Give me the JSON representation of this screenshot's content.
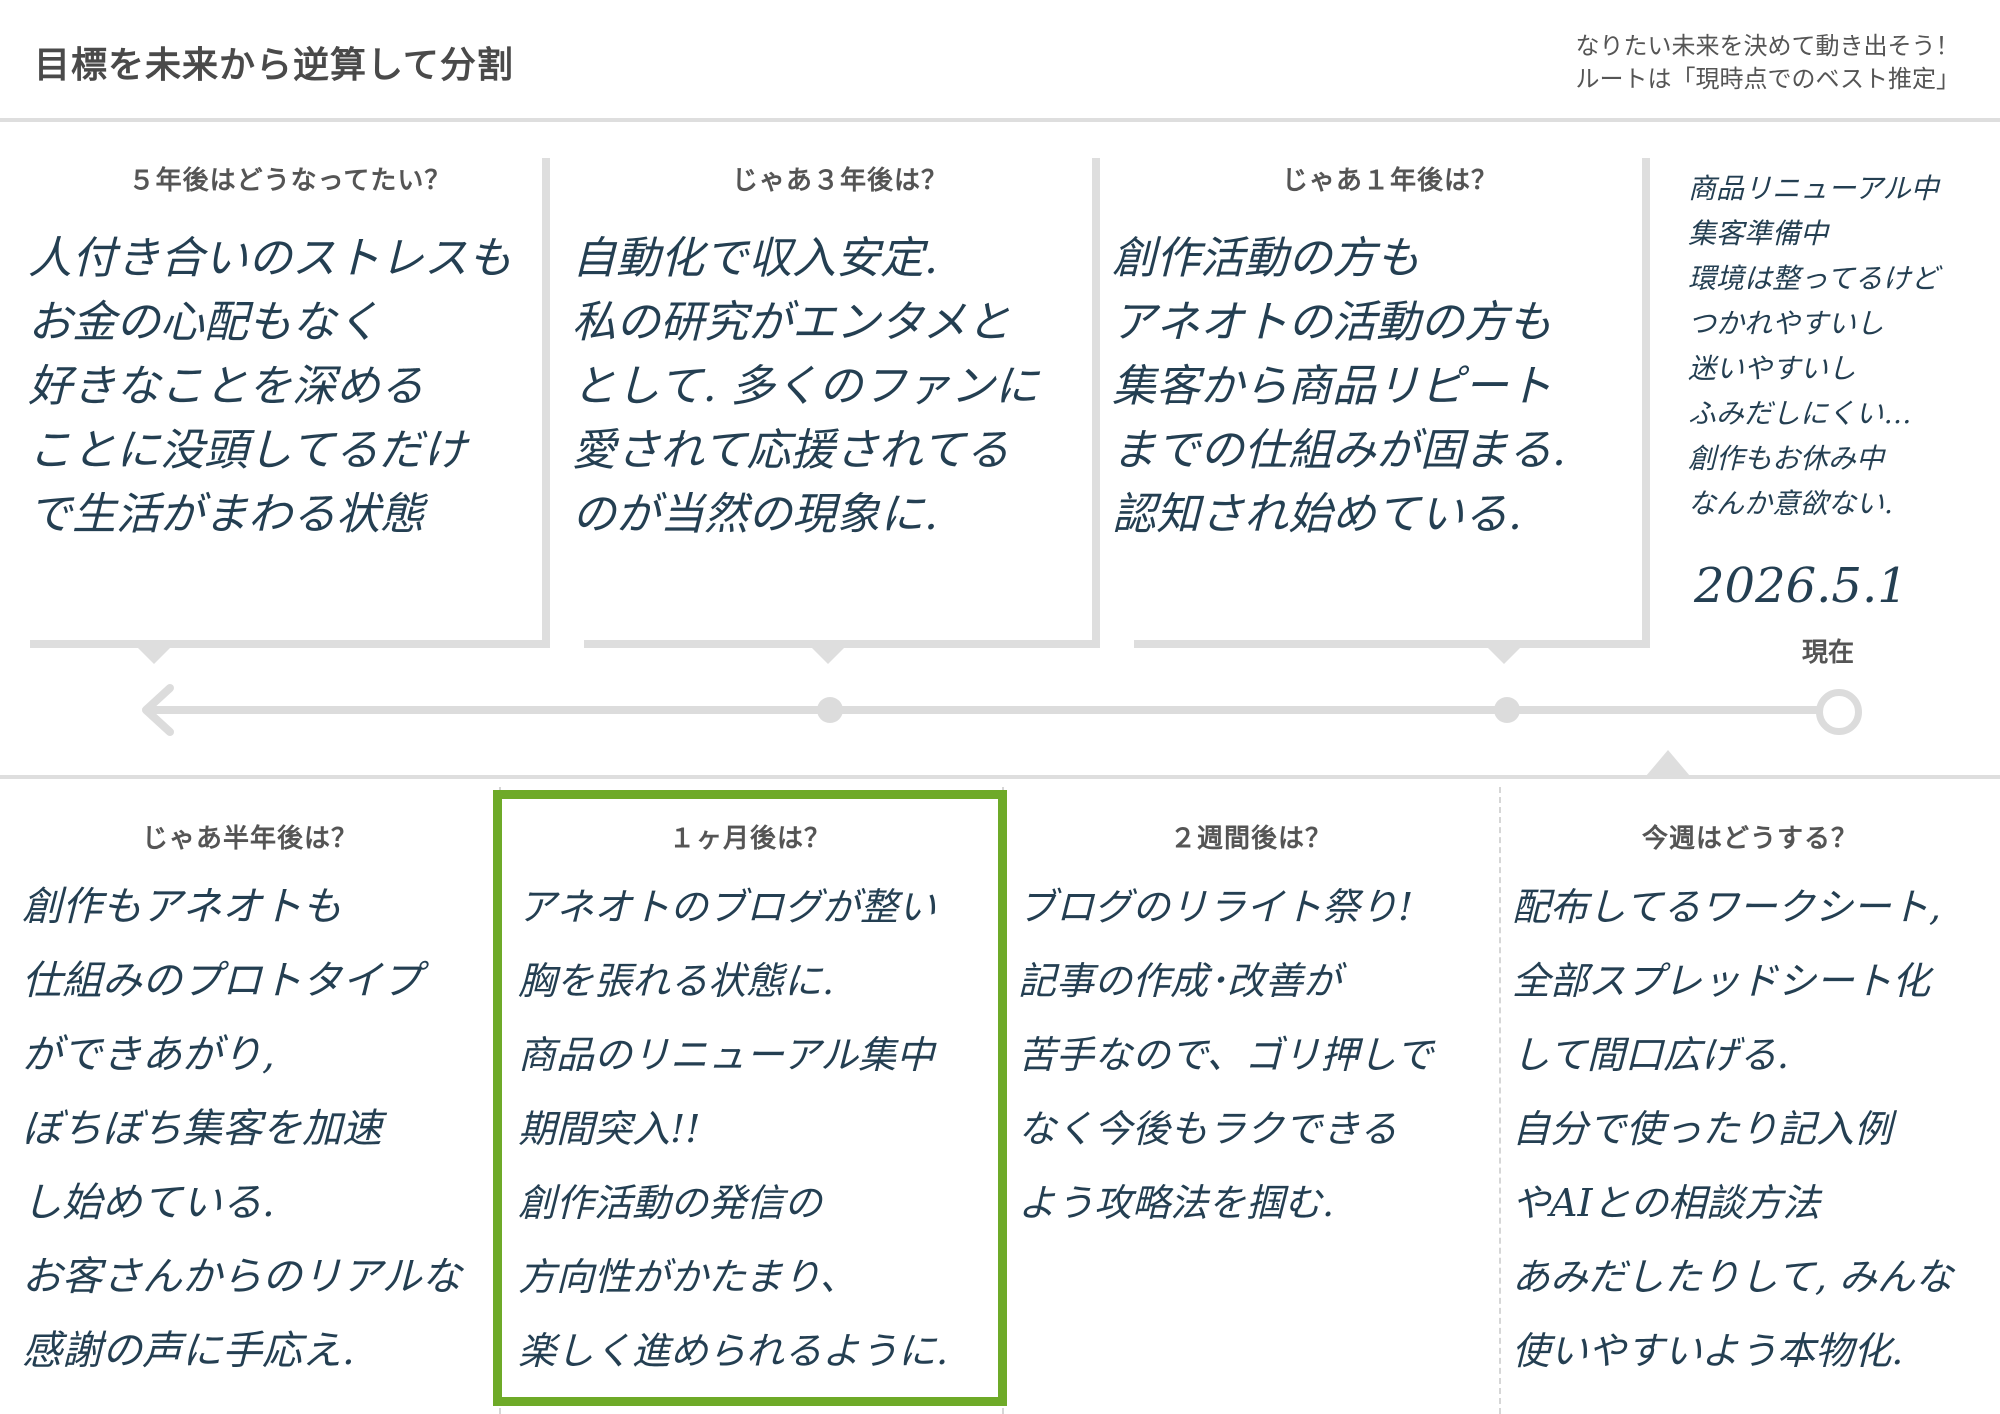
{
  "header": {
    "title": "目標を未来から逆算して分割",
    "subtitle_line1": "なりたい未来を決めて動き出そう！",
    "subtitle_line2": "ルートは「現時点でのベスト推定」"
  },
  "top_row": [
    {
      "heading": "５年後はどうなってたい？",
      "lines": [
        "人付き合いのストレスも",
        "お金の心配もなく",
        "好きなことを深める",
        "ことに没頭してるだけ",
        "で生活がまわる状態"
      ]
    },
    {
      "heading": "じゃあ３年後は？",
      "lines": [
        "自動化で収入安定.",
        "私の研究がエンタメと",
        "として. 多くのファンに",
        "愛されて応援されてる",
        "のが当然の現象に."
      ]
    },
    {
      "heading": "じゃあ１年後は？",
      "lines": [
        "創作活動の方も",
        "アネオトの活動の方も",
        "集客から商品リピート",
        "までの仕組みが固まる.",
        "認知され始めている."
      ]
    }
  ],
  "current": {
    "notes": [
      "商品リニューアル中",
      "集客準備中",
      "環境は整ってるけど",
      "つかれやすいし",
      "迷いやすいし",
      "ふみだしにくい…",
      "創作もお休み中",
      "なんか意欲ない."
    ],
    "date": "2026.5.1",
    "label": "現在"
  },
  "bottom_row": [
    {
      "heading": "じゃあ半年後は？",
      "lines": [
        "創作もアネオトも",
        "仕組みのプロトタイプ",
        "ができあがり,",
        "ぼちぼち集客を加速",
        "し始めている.",
        "お客さんからのリアルな",
        "感謝の声に手応え."
      ]
    },
    {
      "heading": "１ヶ月後は？",
      "lines": [
        "アネオトのブログが整い",
        "胸を張れる状態に.",
        "商品のリニューアル集中",
        "期間突入!!",
        "創作活動の発信の",
        "方向性がかたまり、",
        "楽しく進められるように."
      ]
    },
    {
      "heading": "２週間後は？",
      "lines": [
        "ブログのリライト祭り!",
        "記事の作成･改善が",
        "苦手なので、ゴリ押しで",
        "なく今後もラクできる",
        "よう攻略法を掴む."
      ]
    },
    {
      "heading": "今週はどうする？",
      "lines": [
        "配布してるワークシート,",
        "全部スプレッドシート化",
        "して間口広げる.",
        "自分で使ったり記入例",
        "やAIとの相談方法",
        "あみだしたりして, みんな",
        "使いやすいよう本物化."
      ]
    }
  ],
  "highlight_color": "#6eaa28"
}
